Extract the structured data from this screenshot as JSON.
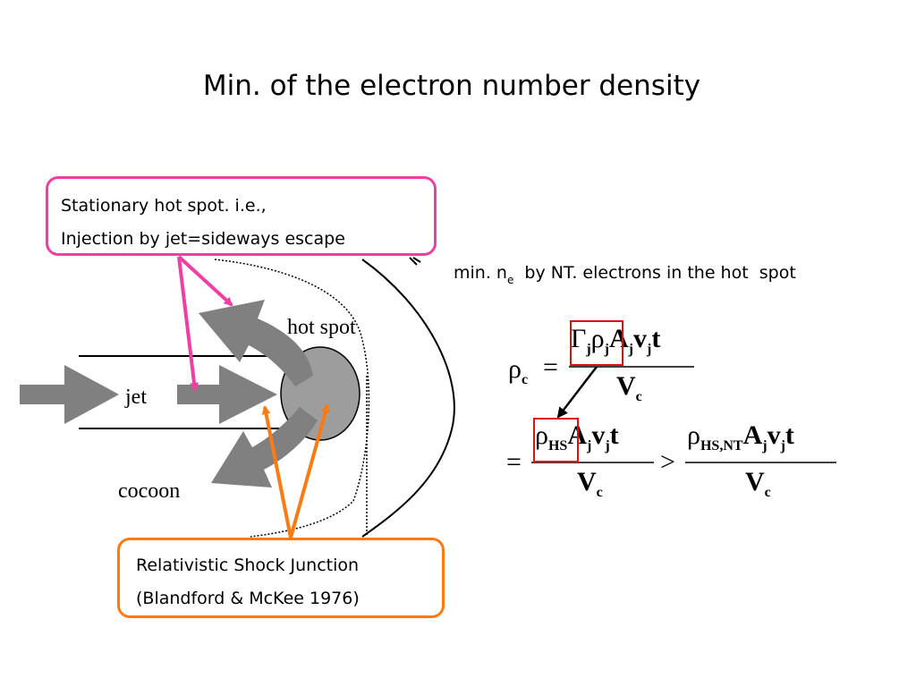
{
  "title": "Min. of the electron number density",
  "callouts": {
    "top": [
      "Stationary hot spot. i.e.,",
      "Injection by jet=sideways escape"
    ],
    "bottom": [
      "Relativistic Shock Junction",
      "(Blandford & McKee 1976)"
    ]
  },
  "side_note": {
    "prefix": "min. n",
    "sub": "e",
    "suffix": "  by NT. electrons in the hot  spot"
  },
  "diagram_labels": {
    "jet": "jet",
    "hot_spot": "hot spot",
    "cocoon": "cocoon"
  },
  "equation": {
    "rho_c": "ρ",
    "rho_c_sub": "c",
    "equals": "=",
    "greater": ">",
    "num1": {
      "gamma": "Γ",
      "gamma_sub": "j",
      "rho": "ρ",
      "rho_sub": "j",
      "rest_A": "A",
      "A_sub": "j",
      "v": "v",
      "v_sub": "j",
      "t": "t"
    },
    "den": {
      "V": "V",
      "V_sub": "c"
    },
    "num2": {
      "rho": "ρ",
      "rho_sub": "HS",
      "A": "A",
      "A_sub": "j",
      "v": "v",
      "v_sub": "j",
      "t": "t"
    },
    "num3": {
      "rho": "ρ",
      "rho_sub": "HS,NT",
      "A": "A",
      "A_sub": "j",
      "v": "v",
      "v_sub": "j",
      "t": "t"
    }
  },
  "colors": {
    "pink": "#ee3fa3",
    "orange": "#ff7a10",
    "arrow_gray": "#808080",
    "hotspot_gray": "#9d9d9d",
    "box_red": "#e01010"
  }
}
